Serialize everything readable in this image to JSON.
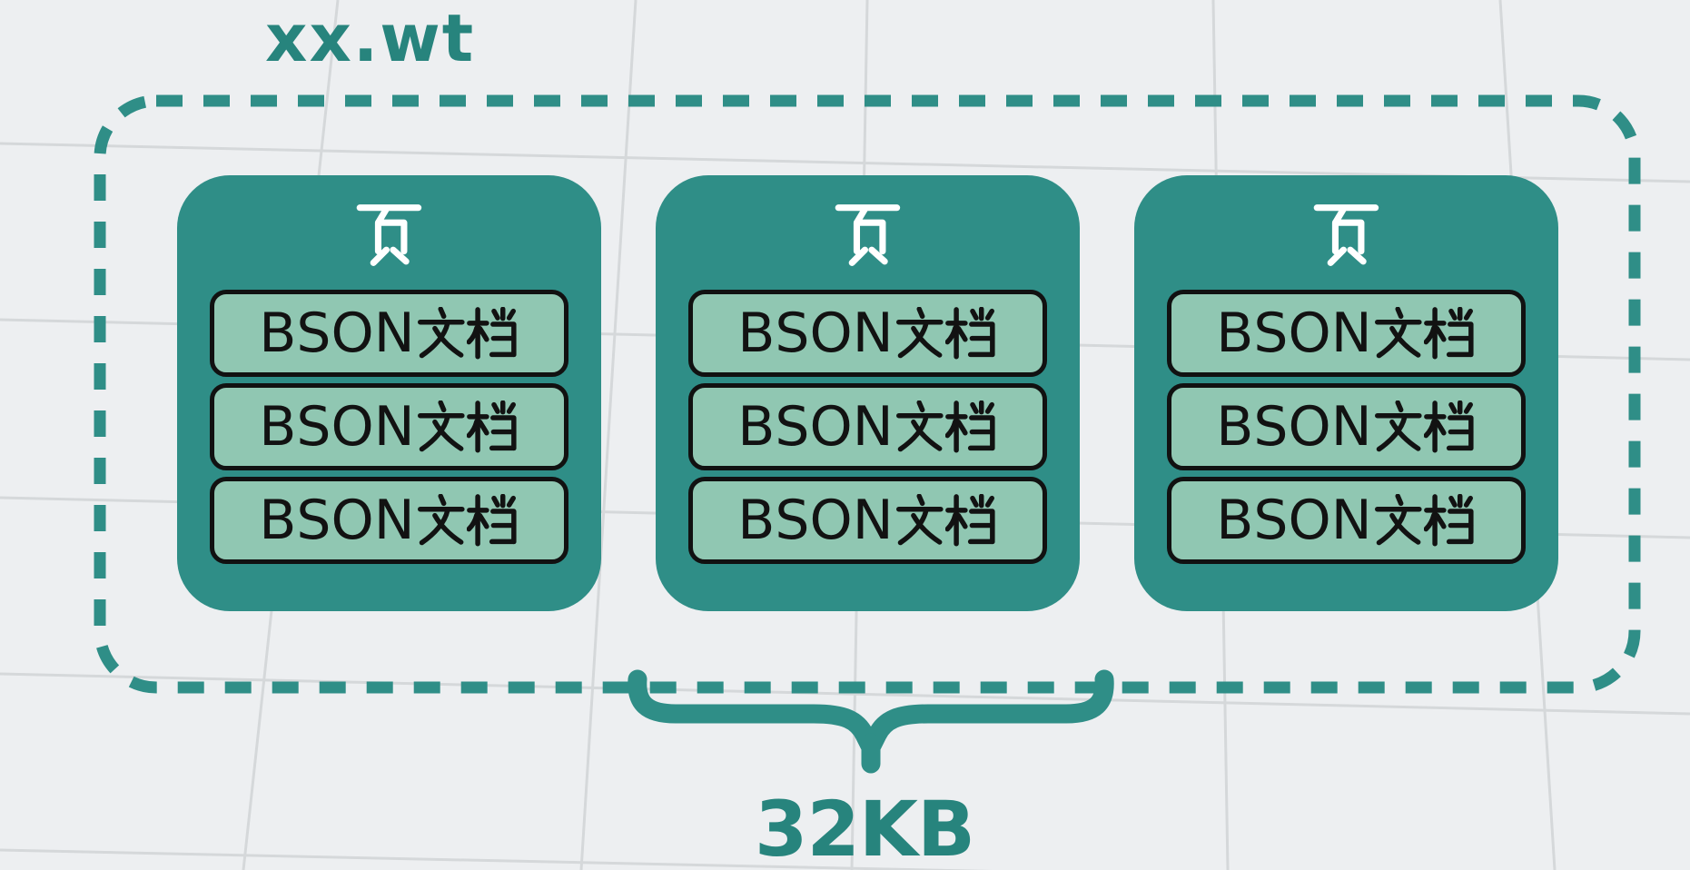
{
  "diagram": {
    "file_label": "xx.wt",
    "pages": [
      {
        "label": "页",
        "docs": [
          "BSON文档",
          "BSON文档",
          "BSON文档"
        ]
      },
      {
        "label": "页",
        "docs": [
          "BSON文档",
          "BSON文档",
          "BSON文档"
        ]
      },
      {
        "label": "页",
        "docs": [
          "BSON文档",
          "BSON文档",
          "BSON文档"
        ]
      }
    ],
    "page_size_label": "32KB"
  },
  "colors": {
    "teal": "#2f8e87",
    "teal_text": "#27847d",
    "row_green": "#90c7b2",
    "row_border": "#111111",
    "page_label_color": "#ffffff",
    "background": "#edeff1",
    "grid_line": "#d4d7d9"
  }
}
